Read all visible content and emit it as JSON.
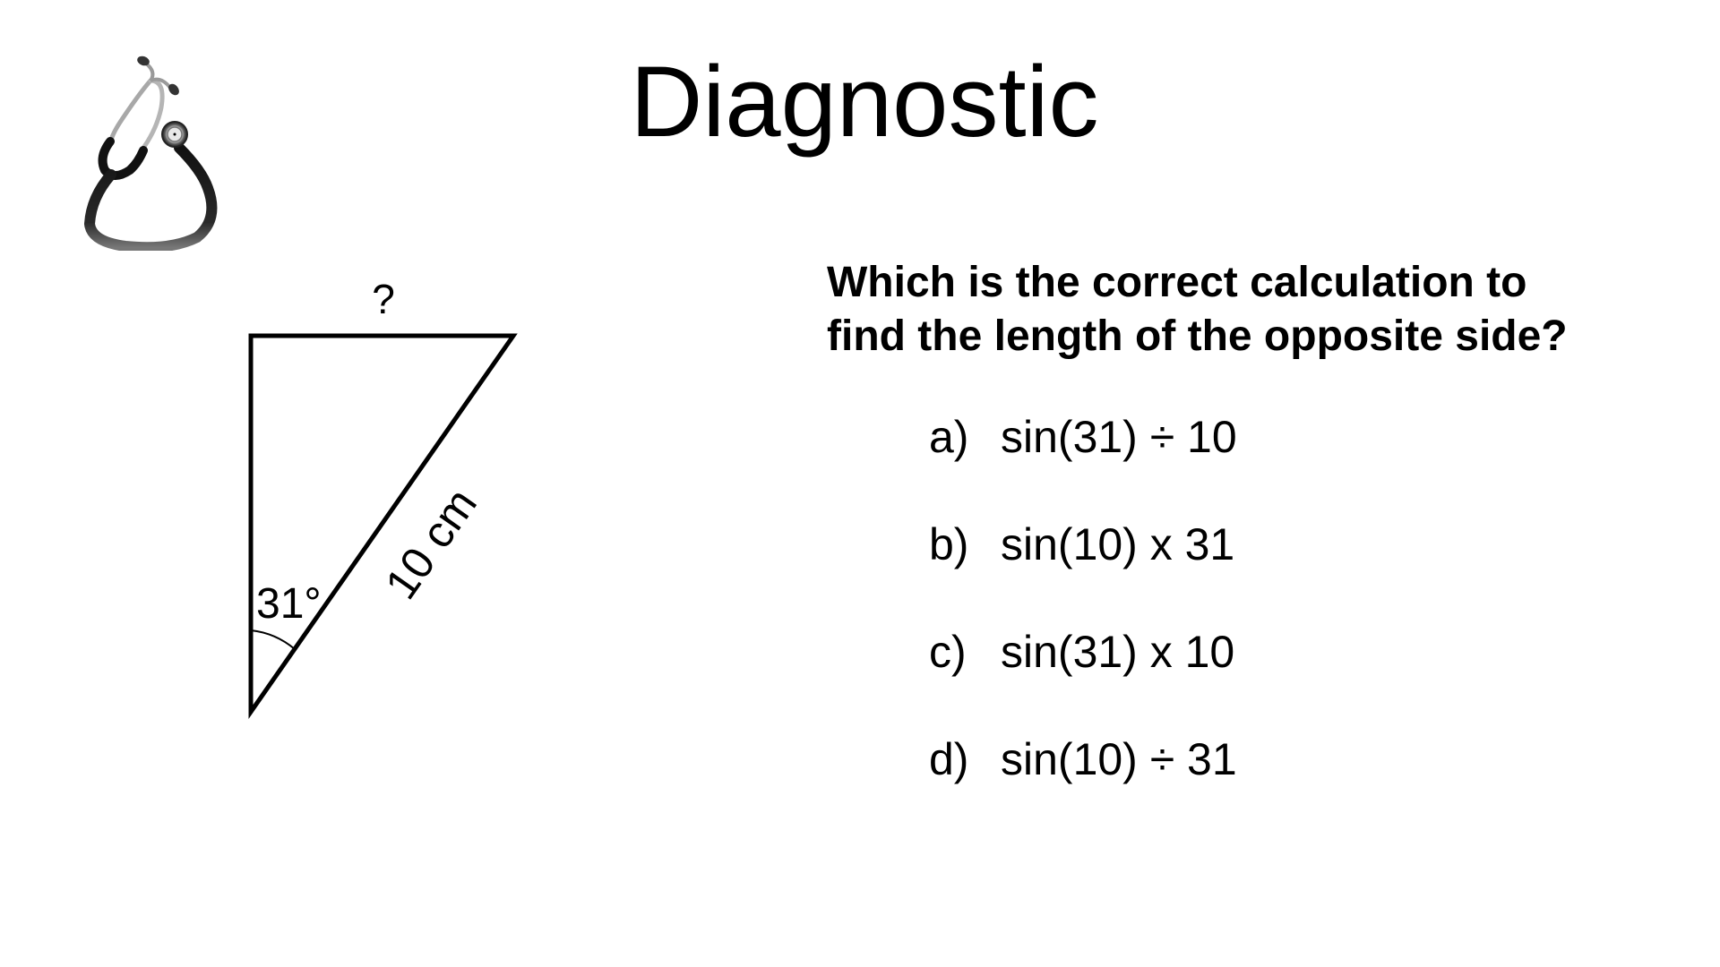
{
  "slide": {
    "title": "Diagnostic",
    "icon": "stethoscope-icon"
  },
  "diagram": {
    "top_side_label": "?",
    "hypotenuse_label": "10 cm",
    "angle_label": "31°",
    "angle_value": 31,
    "hypotenuse_value": 10,
    "unit": "cm"
  },
  "question": {
    "text": "Which is the correct calculation to find the length of the opposite side?",
    "line1": "Which is the correct calculation to",
    "line2": "find the length of the opposite side?"
  },
  "options": [
    {
      "label": "a)",
      "expression": "sin(31) ÷ 10"
    },
    {
      "label": "b)",
      "expression": "sin(10) x 31"
    },
    {
      "label": "c)",
      "expression": "sin(31) x 10"
    },
    {
      "label": "d)",
      "expression": "sin(10) ÷ 31"
    }
  ]
}
